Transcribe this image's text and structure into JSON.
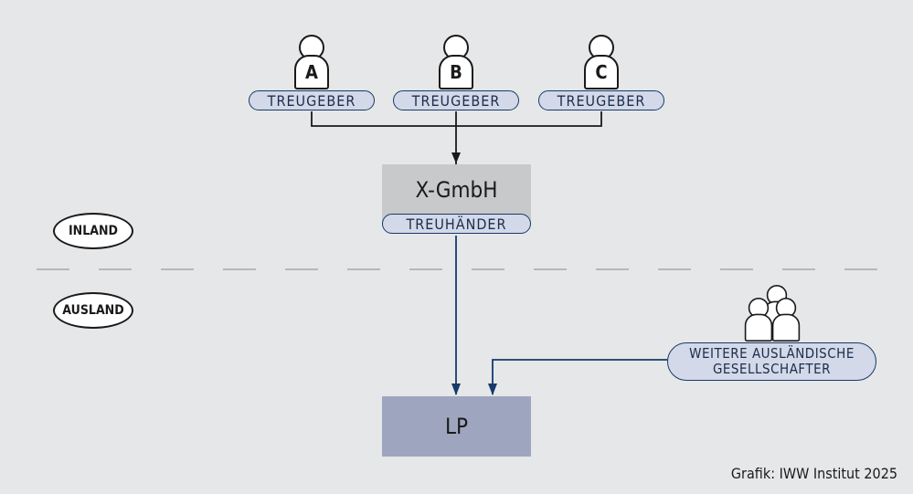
{
  "treugeber": [
    {
      "letter": "A",
      "label": "TREUGEBER"
    },
    {
      "letter": "B",
      "label": "TREUGEBER"
    },
    {
      "letter": "C",
      "label": "TREUGEBER"
    }
  ],
  "gmbh": {
    "name": "X-GmbH",
    "role": "TREUHÄNDER"
  },
  "lp": {
    "name": "LP"
  },
  "regions": {
    "inland": "INLAND",
    "ausland": "AUSLAND"
  },
  "weitere": {
    "line1": "WEITERE AUSLÄNDISCHE",
    "line2": "GESELLSCHAFTER"
  },
  "credit": "Grafik: IWW Institut 2025",
  "colors": {
    "background": "#e6e7e8",
    "pill_fill": "#d3d9e8",
    "pill_border": "#163a6b",
    "gmbh_box": "#c8c9cb",
    "lp_box": "#9ea6bf",
    "arrow_dark": "#1a1a1a",
    "arrow_blue": "#163a6b",
    "divider": "#a7a9ac"
  }
}
